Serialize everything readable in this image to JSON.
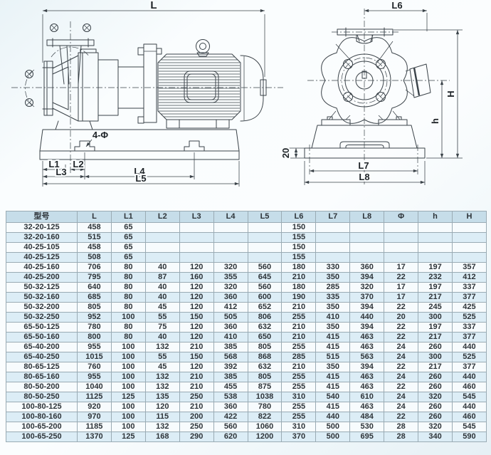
{
  "diagram": {
    "labels": {
      "overall_length": "L",
      "l1": "L1",
      "l2": "L2",
      "l3": "L3",
      "l4": "L4",
      "l5": "L5",
      "l6": "L6",
      "l7": "L7",
      "l8": "L8",
      "height_total": "H",
      "height_axis": "h",
      "base_thickness": "20",
      "bolt_holes": "4-Φ"
    }
  },
  "table": {
    "headers": [
      "型号",
      "L",
      "L1",
      "L2",
      "L3",
      "L4",
      "L5",
      "L6",
      "L7",
      "L8",
      "Φ",
      "h",
      "H"
    ],
    "rows": [
      [
        "32-20-125",
        "458",
        "65",
        "",
        "",
        "",
        "",
        "150",
        "",
        "",
        "",
        "",
        ""
      ],
      [
        "32-20-160",
        "515",
        "65",
        "",
        "",
        "",
        "",
        "155",
        "",
        "",
        "",
        "",
        ""
      ],
      [
        "40-25-105",
        "458",
        "65",
        "",
        "",
        "",
        "",
        "150",
        "",
        "",
        "",
        "",
        ""
      ],
      [
        "40-25-125",
        "508",
        "65",
        "",
        "",
        "",
        "",
        "155",
        "",
        "",
        "",
        "",
        ""
      ],
      [
        "40-25-160",
        "706",
        "80",
        "40",
        "120",
        "320",
        "560",
        "180",
        "330",
        "360",
        "17",
        "197",
        "357"
      ],
      [
        "40-25-200",
        "795",
        "80",
        "87",
        "160",
        "355",
        "645",
        "210",
        "350",
        "394",
        "22",
        "232",
        "412"
      ],
      [
        "50-32-125",
        "640",
        "80",
        "40",
        "120",
        "320",
        "560",
        "180",
        "285",
        "320",
        "17",
        "197",
        "337"
      ],
      [
        "50-32-160",
        "685",
        "80",
        "40",
        "120",
        "360",
        "600",
        "190",
        "335",
        "370",
        "17",
        "217",
        "377"
      ],
      [
        "50-32-200",
        "805",
        "80",
        "45",
        "120",
        "412",
        "652",
        "210",
        "350",
        "394",
        "22",
        "245",
        "425"
      ],
      [
        "50-32-250",
        "952",
        "100",
        "55",
        "150",
        "505",
        "806",
        "255",
        "410",
        "440",
        "20",
        "300",
        "525"
      ],
      [
        "65-50-125",
        "780",
        "80",
        "75",
        "120",
        "360",
        "632",
        "210",
        "350",
        "394",
        "22",
        "197",
        "337"
      ],
      [
        "65-50-160",
        "800",
        "80",
        "40",
        "120",
        "410",
        "650",
        "210",
        "415",
        "463",
        "22",
        "217",
        "377"
      ],
      [
        "65-40-200",
        "955",
        "100",
        "132",
        "210",
        "385",
        "805",
        "255",
        "415",
        "463",
        "24",
        "260",
        "440"
      ],
      [
        "65-40-250",
        "1015",
        "100",
        "55",
        "150",
        "568",
        "868",
        "285",
        "515",
        "563",
        "24",
        "300",
        "525"
      ],
      [
        "80-65-125",
        "760",
        "100",
        "45",
        "120",
        "392",
        "632",
        "210",
        "350",
        "394",
        "22",
        "217",
        "377"
      ],
      [
        "80-65-160",
        "955",
        "100",
        "132",
        "210",
        "385",
        "805",
        "255",
        "415",
        "463",
        "24",
        "260",
        "440"
      ],
      [
        "80-50-200",
        "1040",
        "100",
        "132",
        "210",
        "455",
        "875",
        "255",
        "415",
        "463",
        "22",
        "260",
        "460"
      ],
      [
        "80-50-250",
        "1125",
        "125",
        "135",
        "250",
        "538",
        "1038",
        "310",
        "540",
        "610",
        "24",
        "320",
        "545"
      ],
      [
        "100-80-125",
        "920",
        "100",
        "120",
        "210",
        "360",
        "780",
        "255",
        "415",
        "463",
        "24",
        "260",
        "440"
      ],
      [
        "100-80-160",
        "970",
        "100",
        "115",
        "200",
        "422",
        "822",
        "255",
        "440",
        "484",
        "22",
        "260",
        "460"
      ],
      [
        "100-65-200",
        "1185",
        "100",
        "132",
        "250",
        "560",
        "1060",
        "310",
        "500",
        "530",
        "28",
        "320",
        "545"
      ],
      [
        "100-65-250",
        "1370",
        "125",
        "168",
        "290",
        "620",
        "1200",
        "370",
        "500",
        "695",
        "28",
        "340",
        "590"
      ]
    ]
  }
}
